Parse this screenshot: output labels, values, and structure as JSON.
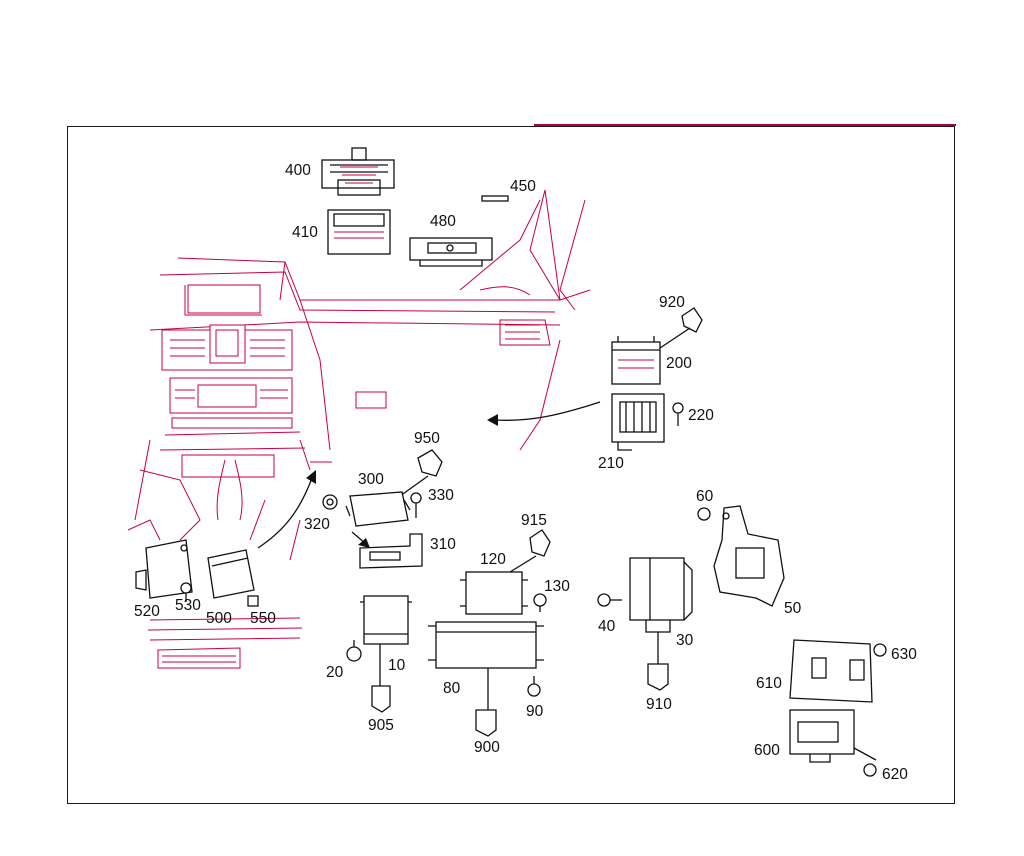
{
  "labels": {
    "l400": "400",
    "l450": "450",
    "l410": "410",
    "l480": "480",
    "l920": "920",
    "l200": "200",
    "l220": "220",
    "l210": "210",
    "l950": "950",
    "l300": "300",
    "l330": "330",
    "l320": "320",
    "l310": "310",
    "l915": "915",
    "l120": "120",
    "l130": "130",
    "l60": "60",
    "l50": "50",
    "l40": "40",
    "l30": "30",
    "l910": "910",
    "l520": "520",
    "l530": "530",
    "l500": "500",
    "l550": "550",
    "l20": "20",
    "l10": "10",
    "l905": "905",
    "l80": "80",
    "l90": "90",
    "l900": "900",
    "l630": "630",
    "l610": "610",
    "l600": "600",
    "l620": "620"
  },
  "colors": {
    "line_art": "#c8003c",
    "part_outline": "#111111",
    "background": "#ffffff"
  }
}
